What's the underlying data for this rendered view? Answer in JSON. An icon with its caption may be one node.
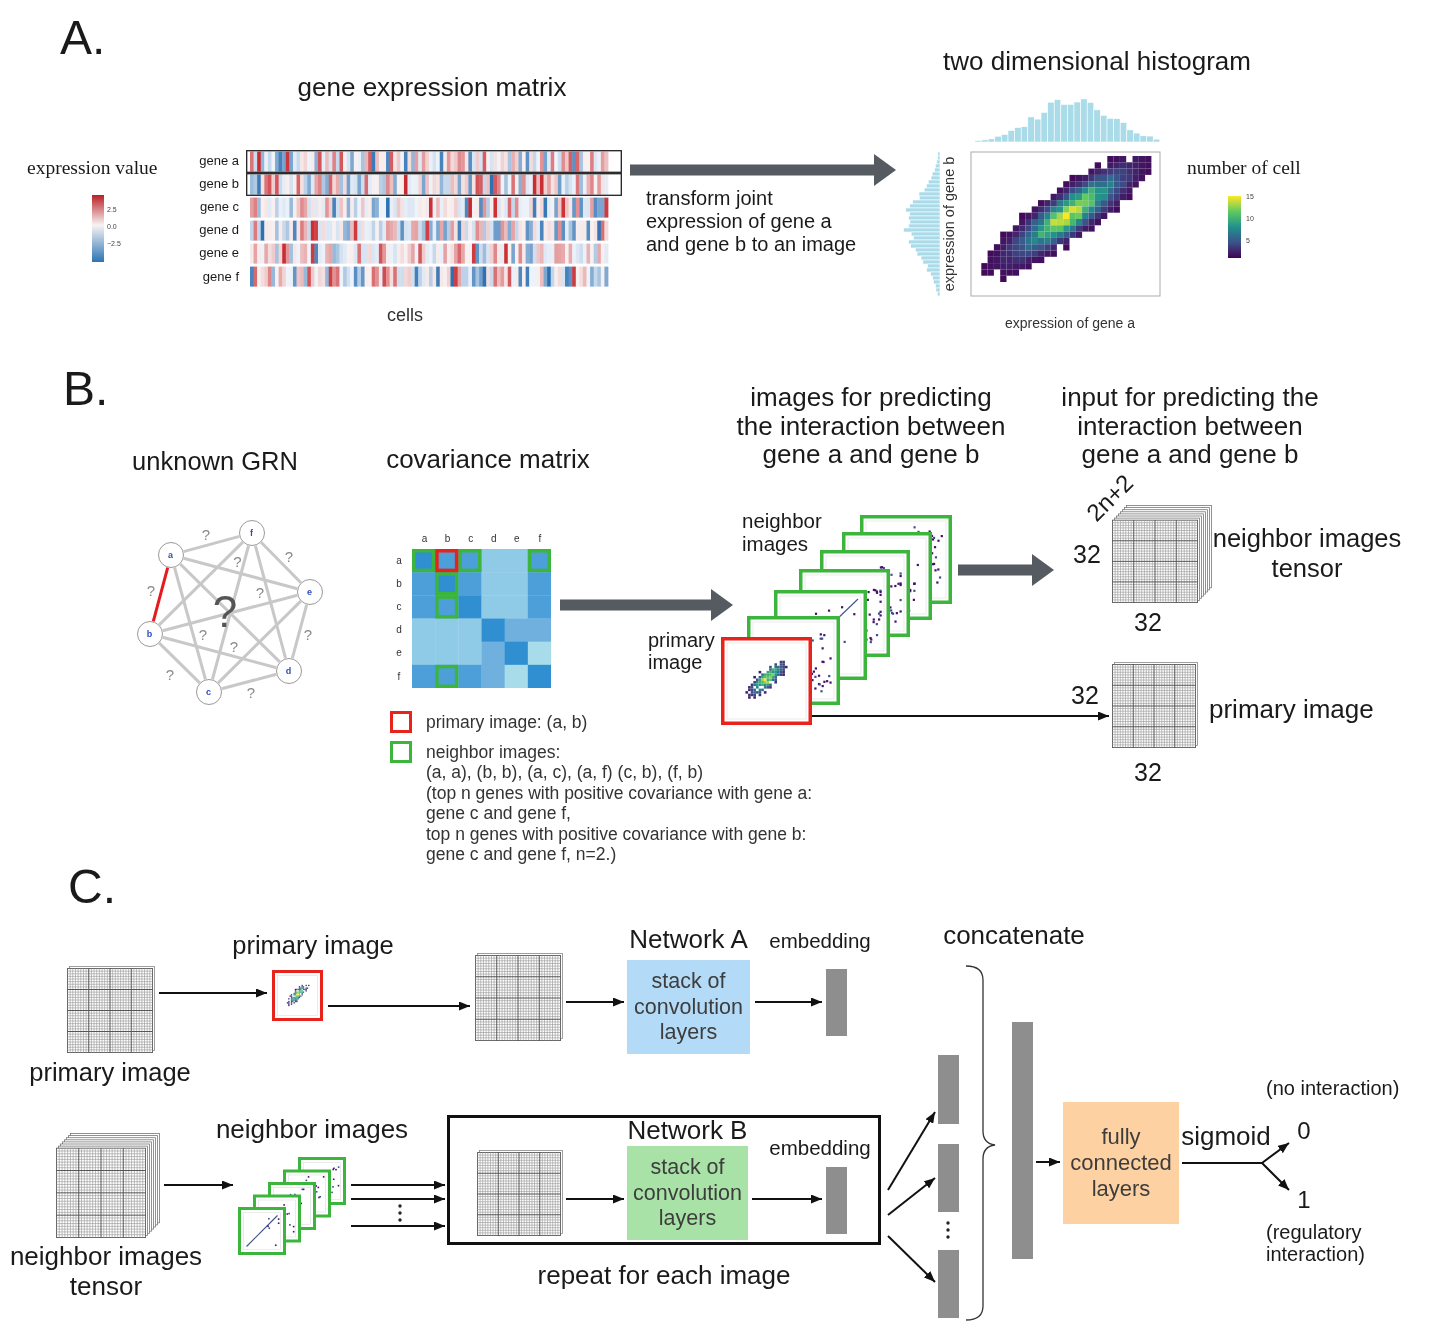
{
  "diagram": {
    "nodes": [
      {
        "text": [],
        "shape": "picture",
        "beside": [
          "gene a",
          "gene b",
          "gene c",
          "gene d",
          "gene e",
          "gene f"
        ]
      },
      {
        "text": [],
        "shape": "picture"
      },
      {
        "text": [
          "f"
        ]
      },
      {
        "text": [
          "a"
        ]
      },
      {
        "text": [
          "e"
        ]
      },
      {
        "text": [
          "b"
        ]
      },
      {
        "text": [
          "d"
        ]
      },
      {
        "text": [
          "c"
        ]
      },
      {
        "text": [],
        "shape": "picture",
        "beside": [
          "a",
          "b",
          "c",
          "d",
          "e",
          "f",
          "a",
          "b",
          "c",
          "d",
          "e",
          "f"
        ]
      },
      {
        "text": [
          "neighbor images"
        ]
      },
      {
        "text": [],
        "shape": "picture",
        "beside": [
          "primary image"
        ]
      },
      {
        "text": [],
        "shape": "cube",
        "beside": [
          "neighbor images tensor"
        ]
      },
      {
        "text": [],
        "shape": "grid",
        "beside": [
          "primary image"
        ]
      },
      {
        "text": [],
        "shape": "grid",
        "beside": [
          "primary image"
        ]
      },
      {
        "text": [],
        "shape": "picture",
        "beside": [
          "primary image"
        ]
      },
      {
        "text": [],
        "shape": "grid"
      },
      {
        "text": [
          "Network A",
          "stack of convolution layers"
        ]
      },
      {
        "text": [],
        "shape": "bar",
        "beside": [
          "embedding"
        ]
      },
      {
        "text": [],
        "shape": "cube",
        "beside": [
          "neighbor images tensor"
        ]
      },
      {
        "text": [],
        "shape": "picture",
        "beside": [
          "neighbor images"
        ]
      },
      {
        "text": [],
        "shape": "box",
        "beside": [
          "repeat for each image"
        ]
      },
      {
        "text": [],
        "shape": "grid",
        "in": 20
      },
      {
        "text": [
          "Network B",
          "stack of convolution layers"
        ],
        "in": 20
      },
      {
        "text": [],
        "shape": "bar",
        "beside": [
          "embedding"
        ],
        "in": 20
      },
      {
        "text": [],
        "shape": "bar"
      },
      {
        "text": [],
        "shape": "bar"
      },
      {
        "text": [],
        "shape": "bar"
      },
      {
        "text": [],
        "shape": "bar"
      },
      {
        "text": [
          "fully connected layers"
        ]
      },
      {
        "text": [
          "0"
        ],
        "beside": [
          "(no interaction)"
        ]
      },
      {
        "text": [
          "1"
        ],
        "beside": [
          "(regulatory interaction)"
        ]
      }
    ],
    "edges": [
      {
        "from": 0,
        "to": 1,
        "arrow": "to",
        "style": "thick",
        "color": "#555b61",
        "label": "transform joint expression of gene a and gene b to an image"
      },
      {
        "from": 3,
        "to": 2,
        "arrow": "none",
        "color": "#c8c8c8",
        "label": "?"
      },
      {
        "from": 3,
        "to": 4,
        "arrow": "none",
        "color": "#c8c8c8"
      },
      {
        "from": 3,
        "to": 6,
        "arrow": "none",
        "color": "#c8c8c8"
      },
      {
        "from": 3,
        "to": 7,
        "arrow": "none",
        "color": "#c8c8c8",
        "label": "?"
      },
      {
        "from": 3,
        "to": 5,
        "arrow": "none",
        "color": "#e8191c",
        "label": "?"
      },
      {
        "from": 2,
        "to": 5,
        "arrow": "none",
        "color": "#c8c8c8",
        "label": "?"
      },
      {
        "from": 2,
        "to": 7,
        "arrow": "none",
        "color": "#c8c8c8"
      },
      {
        "from": 2,
        "to": 6,
        "arrow": "none",
        "color": "#c8c8c8",
        "label": "?"
      },
      {
        "from": 2,
        "to": 4,
        "arrow": "none",
        "color": "#c8c8c8",
        "label": "?"
      },
      {
        "from": 4,
        "to": 5,
        "arrow": "none",
        "color": "#c8c8c8"
      },
      {
        "from": 4,
        "to": 7,
        "arrow": "none",
        "color": "#c8c8c8"
      },
      {
        "from": 4,
        "to": 6,
        "arrow": "none",
        "color": "#c8c8c8",
        "label": "?"
      },
      {
        "from": 5,
        "to": 6,
        "arrow": "none",
        "color": "#c8c8c8",
        "label": "?"
      },
      {
        "from": 5,
        "to": 7,
        "arrow": "none",
        "color": "#c8c8c8",
        "label": "?"
      },
      {
        "from": 7,
        "to": 6,
        "arrow": "none",
        "color": "#c8c8c8",
        "label": "?"
      },
      {
        "from": 8,
        "to": 9,
        "arrow": "to",
        "style": "thick",
        "color": "#555b61"
      },
      {
        "from": 9,
        "to": 11,
        "arrow": "to",
        "style": "thick",
        "color": "#555b61"
      },
      {
        "from": 10,
        "to": 12,
        "arrow": "to"
      },
      {
        "from": 13,
        "to": 14,
        "arrow": "to"
      },
      {
        "from": 14,
        "to": 15,
        "arrow": "to"
      },
      {
        "from": 15,
        "to": 16,
        "arrow": "to"
      },
      {
        "from": 16,
        "to": 17,
        "arrow": "to"
      },
      {
        "from": 18,
        "to": 19,
        "arrow": "to"
      },
      {
        "from": 19,
        "to": 20,
        "arrow": "to"
      },
      {
        "from": 19,
        "to": 20,
        "arrow": "to"
      },
      {
        "from": 19,
        "to": 20,
        "arrow": "to"
      },
      {
        "from": 21,
        "to": 22,
        "arrow": "to"
      },
      {
        "from": 22,
        "to": 23,
        "arrow": "to"
      },
      {
        "from": 20,
        "to": 24,
        "arrow": "to"
      },
      {
        "from": 20,
        "to": 25,
        "arrow": "to"
      },
      {
        "from": 20,
        "to": 26,
        "arrow": "to"
      },
      {
        "from": 27,
        "to": 28,
        "arrow": "to"
      },
      {
        "from": 28,
        "to": 29,
        "arrow": "to",
        "label": "sigmoid"
      },
      {
        "from": 28,
        "to": 30,
        "arrow": "to"
      }
    ],
    "labels": [
      "A.",
      "two dimensional histogram",
      "gene expression matrix",
      "expression value",
      "number of cell",
      "2.5",
      "0.0",
      "−2.5",
      "15",
      "10",
      "5",
      "expression of gene b",
      "cells",
      "expression of gene a",
      "B.",
      "images for predicting the interaction between gene a and gene b",
      "input for predicting the interaction between gene a and gene b",
      "unknown GRN",
      "covariance matrix",
      "2n+2",
      "?",
      "32",
      "32",
      "32",
      "(a, a), (b, b), (a, c), (a, f) (c, b), (f, b)",
      "32",
      "(top n genes with positive covariance with gene a:",
      "gene c and gene f,",
      "top n genes with positive covariance with gene b:",
      "gene c and gene f, n=2.)",
      "C.",
      "concatenate"
    ],
    "legend": [
      {
        "text": "primary image: (a, b)"
      },
      {
        "text": "neighbor images:"
      }
    ]
  }
}
